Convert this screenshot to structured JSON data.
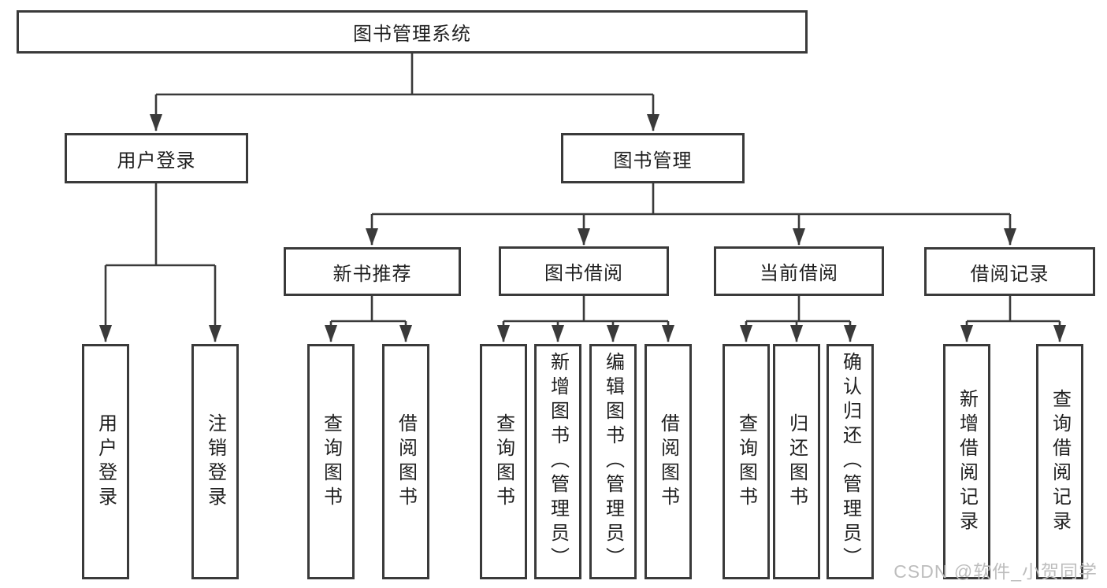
{
  "diagram": {
    "title": "图书管理系统",
    "nodes": {
      "root": {
        "label": "图书管理系统"
      },
      "userLogin": {
        "label": "用户登录"
      },
      "bookMgmt": {
        "label": "图书管理"
      },
      "newBookRec": {
        "label": "新书推荐"
      },
      "bookBorrow": {
        "label": "图书借阅"
      },
      "currentBorrow": {
        "label": "当前借阅"
      },
      "borrowRecords": {
        "label": "借阅记录"
      },
      "leafUserLogin": {
        "label": "用户登录"
      },
      "leafLogout": {
        "label": "注销登录"
      },
      "leafQueryBook1": {
        "label": "查询图书"
      },
      "leafBorrowBook1": {
        "label": "借阅图书"
      },
      "leafQueryBook2": {
        "label": "查询图书"
      },
      "leafAddBook": {
        "label": "新增图书（管理员）"
      },
      "leafEditBook": {
        "label": "编辑图书（管理员）"
      },
      "leafBorrowBook2": {
        "label": "借阅图书"
      },
      "leafQueryBook3": {
        "label": "查询图书"
      },
      "leafReturnBook": {
        "label": "归还图书"
      },
      "leafConfirmReturn": {
        "label": "确认归还（管理员）"
      },
      "leafAddBorrowRecord": {
        "label": "新增借阅记录"
      },
      "leafQueryBorrowRecord": {
        "label": "查询借阅记录"
      }
    },
    "hierarchy": {
      "图书管理系统": {
        "用户登录": [
          "用户登录",
          "注销登录"
        ],
        "图书管理": {
          "新书推荐": [
            "查询图书",
            "借阅图书"
          ],
          "图书借阅": [
            "查询图书",
            "新增图书（管理员）",
            "编辑图书（管理员）",
            "借阅图书"
          ],
          "当前借阅": [
            "查询图书",
            "归还图书",
            "确认归还（管理员）"
          ],
          "借阅记录": [
            "新增借阅记录",
            "查询借阅记录"
          ]
        }
      }
    }
  },
  "watermark": {
    "text": "CSDN @软件_小贺同学"
  },
  "colors": {
    "line": "#3a3a3a",
    "text": "#1f1f1f",
    "watermark": "#bdbdbd",
    "background": "#ffffff"
  }
}
